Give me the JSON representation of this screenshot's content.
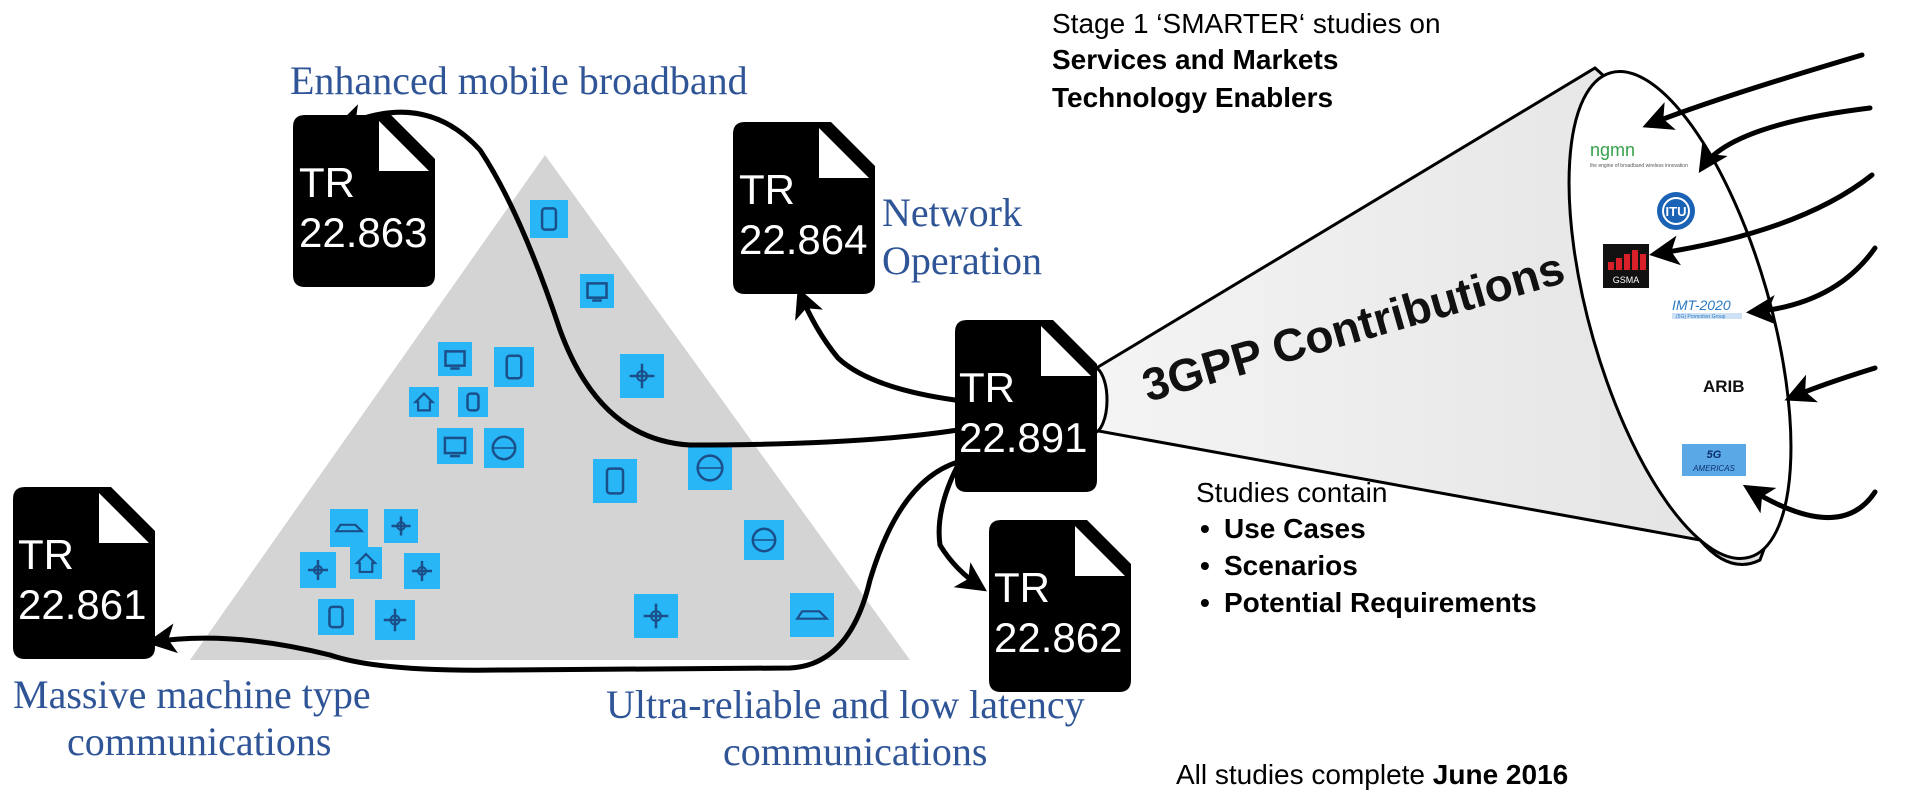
{
  "intro": {
    "line1": "Stage 1 ‘SMARTER‘ studies on",
    "line2": "Services and Markets",
    "line3": "Technology Enablers"
  },
  "documents": {
    "embb": {
      "prefix": "TR",
      "number": "22.863"
    },
    "network": {
      "prefix": "TR",
      "number": "22.864"
    },
    "center": {
      "prefix": "TR",
      "number": "22.891"
    },
    "mmtc": {
      "prefix": "TR",
      "number": "22.861"
    },
    "urllc": {
      "prefix": "TR",
      "number": "22.862"
    }
  },
  "categories": {
    "embb": "Enhanced mobile broadband",
    "network_1": "Network",
    "network_2": "Operation",
    "mmtc_1": "Massive machine type",
    "mmtc_2": "communications",
    "urllc_1": "Ultra-reliable and low latency",
    "urllc_2": "communications"
  },
  "funnel": {
    "label": "3GPP Contributions"
  },
  "logos": {
    "ngmn": "ngmn",
    "ngmn_sub": "the engine of broadband wireless innovation",
    "itu": "ITU",
    "gsma": "GSMA",
    "imt": "IMT-2020",
    "imt_sub": "(5G) Promotion Group",
    "arib": "ARIB",
    "americas": "5G AMERICAS"
  },
  "studies": {
    "heading": "Studies contain",
    "items": [
      "Use Cases",
      "Scenarios",
      "Potential Requirements"
    ]
  },
  "footer": {
    "prefix": "All studies complete ",
    "date": "June 2016"
  },
  "colors": {
    "document": "#000000",
    "category_text": "#2f5597",
    "triangle": "#d4d4d4",
    "icon_tile": "#29b6f6",
    "icon_glyph": "#1a4f8a"
  },
  "icons": [
    "storage-icon",
    "tablet-icon",
    "monitor-icon",
    "fridge-icon",
    "gamepad-icon",
    "home-icon",
    "building-icon",
    "tv-icon",
    "camera-icon",
    "phone-icon",
    "globe-icon",
    "car-icon",
    "sensor-icon",
    "signal-icon",
    "home-icon",
    "satellite-icon",
    "junction-icon",
    "meter-icon",
    "camcorder-icon",
    "crosshair-icon",
    "car-icon"
  ]
}
